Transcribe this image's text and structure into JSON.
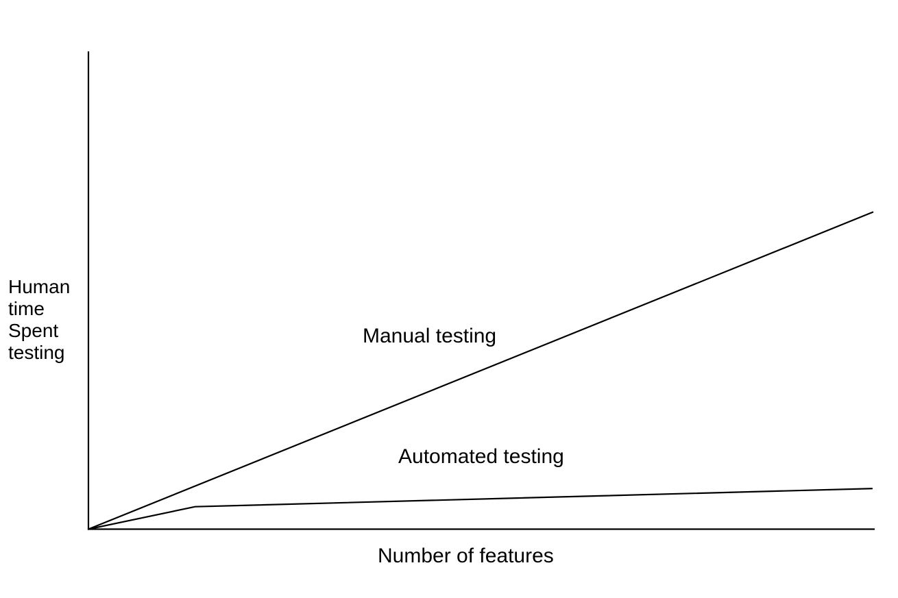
{
  "chart_data": {
    "type": "line",
    "title": "",
    "xlabel": "Number of features",
    "ylabel": "Human time Spent testing",
    "ylabel_lines": [
      "Human",
      "time",
      "Spent",
      "testing"
    ],
    "x_axis": {
      "range": [
        0,
        1
      ],
      "ticks": [],
      "tick_labels": []
    },
    "y_axis": {
      "range": [
        0,
        1
      ],
      "ticks": [],
      "tick_labels": []
    },
    "grid": false,
    "legend_position": "inline-labels-near-lines",
    "background_color": "#ffffff",
    "line_color": "#000000",
    "text_color": "#000000",
    "series": [
      {
        "name": "Manual testing",
        "label": "Manual testing",
        "points": [
          [
            0.0,
            0.0
          ],
          [
            1.0,
            0.664
          ]
        ]
      },
      {
        "name": "Automated testing",
        "label": "Automated testing",
        "points": [
          [
            0.0,
            0.0
          ],
          [
            0.136,
            0.047
          ],
          [
            0.999,
            0.085
          ]
        ]
      }
    ]
  }
}
